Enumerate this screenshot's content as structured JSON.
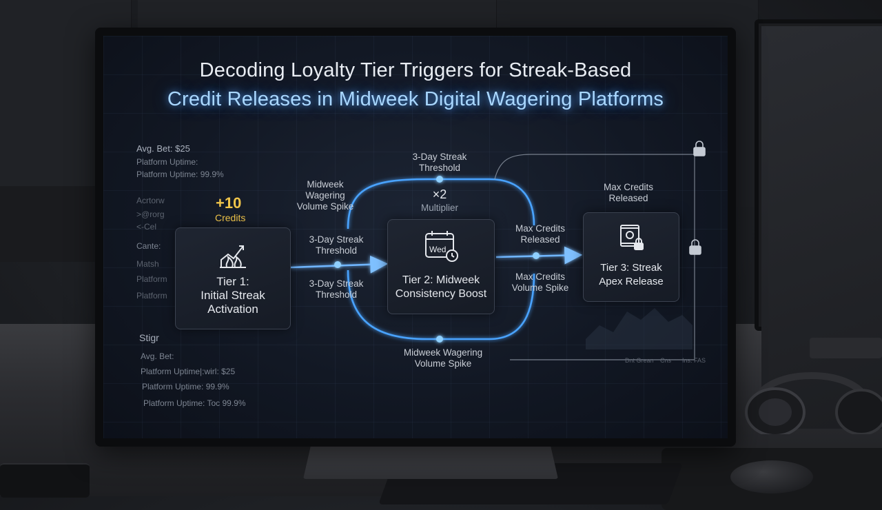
{
  "title": {
    "line1": "Decoding Loyalty Tier Triggers for Streak-Based",
    "line2": "Credit Releases in Midweek Digital Wagering Platforms"
  },
  "left_panel": {
    "top": {
      "avg_bet_label": "Avg. Bet:",
      "avg_bet_value": "$25",
      "uptime_1": "Platform Uptime:",
      "uptime_2": "Platform Uptime: 99.9%"
    },
    "mid": {
      "item1": "Acrtorw",
      "item2": ">@rorg",
      "item3": "<-Cel",
      "item4": "Cante:",
      "item5": "Matsh",
      "item6": "Platform",
      "item7": "Platform"
    },
    "bottom": {
      "heading": "Stigr",
      "avg_bet": "Avg. Bet:",
      "line1": "Platform Uptime|:wirl: $25",
      "line2": "Platform Uptime: 99.9%",
      "line3": "Platform Uptime: Toc 99.9%"
    }
  },
  "credits_badge": {
    "value": "+10",
    "label": "Credits"
  },
  "tiers": [
    {
      "name": "Tier 1:\nInitial Streak\nActivation",
      "icon": "growth-chart-flame-icon"
    },
    {
      "name": "Tier 2: Midweek\nConsistency Boost",
      "icon": "calendar-wed-icon",
      "icon_text": "Wed"
    },
    {
      "name": "Tier 3: Streak\nApex Release",
      "icon": "scroll-lock-icon"
    }
  ],
  "flow_labels": {
    "top_left": "Midweek\nWagering\nVolume Spike",
    "top_center": "3-Day Streak\nThreshold",
    "multiplier_value": "×2",
    "multiplier_label": "Multiplier",
    "arrow1_top": "3-Day Streak\nThreshold",
    "arrow1_bottom": "3-Day Streak\nThreshold",
    "arrow2_top": "Max Credits\nReleased",
    "arrow2_bottom": "Max Credits\nVolume Spike",
    "bottom_center": "Midweek Wagering\nVolume Spike",
    "right_top": "Max Credits\nReleased"
  },
  "footer_small": [
    "Dnt Grean",
    "Cns",
    "Ins. FAS"
  ],
  "colors": {
    "accent_glow": "#4aa3ff",
    "gold": "#f0c54a",
    "title_blue": "#a9d7ff"
  }
}
